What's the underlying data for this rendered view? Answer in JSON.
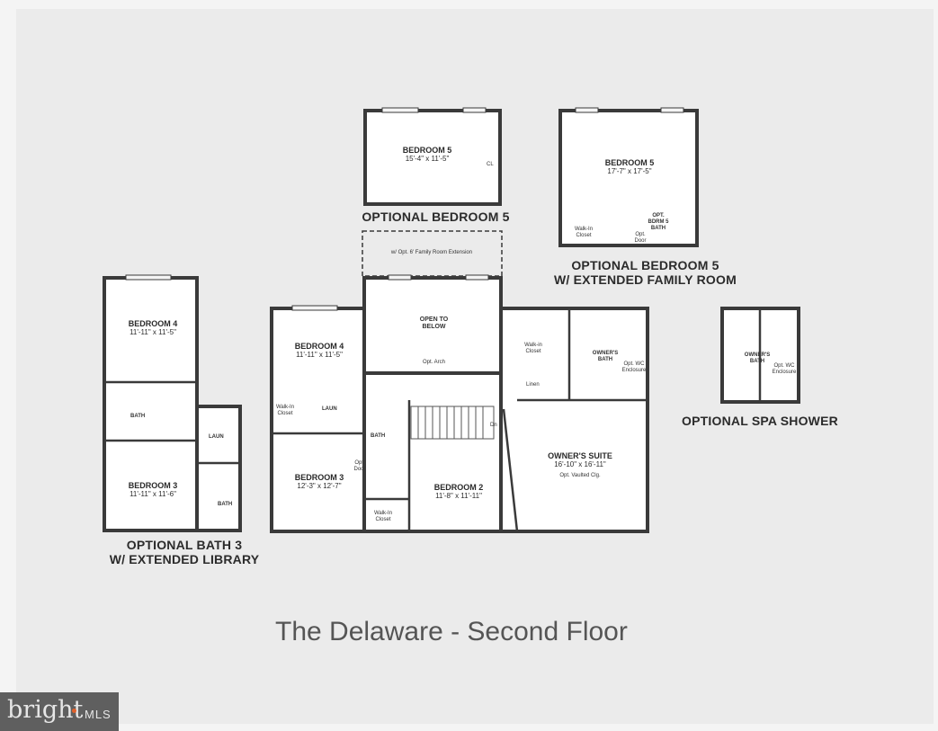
{
  "title": "The Delaware - Second Floor",
  "logo": {
    "brand": "bright",
    "suffix": "MLS"
  },
  "captions": {
    "optional_bedroom_5": "OPTIONAL BEDROOM 5",
    "optional_bedroom_5_ext_line1": "OPTIONAL BEDROOM 5",
    "optional_bedroom_5_ext_line2": "W/ EXTENDED FAMILY ROOM",
    "optional_bath_3_line1": "OPTIONAL BATH 3",
    "optional_bath_3_line2": "W/ EXTENDED LIBRARY",
    "optional_spa_shower": "OPTIONAL SPA SHOWER"
  },
  "rooms": {
    "opt_bedroom5": {
      "name": "BEDROOM 5",
      "dim": "15'-4\" x 11'-5\"",
      "closet": "CL"
    },
    "ext_bedroom5": {
      "name": "BEDROOM 5",
      "dim": "17'-7\" x 17'-5\"",
      "walkin": "Walk-In Closet",
      "opt_bath": "OPT. BDRM 5 BATH",
      "opt_door": "Opt. Door"
    },
    "family_ext": {
      "note": "w/ Opt. 6' Family Room Extension"
    },
    "open_below": {
      "name": "OPEN TO BELOW",
      "arch": "Opt. Arch"
    },
    "bedroom4": {
      "name": "BEDROOM 4",
      "dim": "11'-11\" x 11'-5\""
    },
    "bedroom3": {
      "name": "BEDROOM 3",
      "dim": "12'-3\" x 12'-7\""
    },
    "bedroom2": {
      "name": "BEDROOM 2",
      "dim": "11'-8\" x 11'-11\""
    },
    "owners_suite": {
      "name": "OWNER'S SUITE",
      "dim": "16'-10\" x 16'-11\"",
      "note": "Opt. Vaulted Clg."
    },
    "owners_bath": {
      "name": "OWNER'S BATH",
      "wc": "Opt. WC Enclosure"
    },
    "owners_walkin": "Walk-in Closet",
    "linen": "Linen",
    "walkin_b4": "Walk-In Closet",
    "walkin_b3": "Walk-In Closet",
    "laun": "LAUN",
    "bath": "BATH",
    "opt_door": "Opt. Door",
    "stairs": "Dn",
    "alt_bedroom4": {
      "name": "BEDROOM 4",
      "dim": "11'-11\" x 11'-5\""
    },
    "alt_bedroom3": {
      "name": "BEDROOM 3",
      "dim": "11'-11\" x 11'-6\""
    },
    "alt_bath": "BATH",
    "alt_laun": "LAUN",
    "alt_bath2": "BATH",
    "cl": "CL",
    "spa_bath": {
      "name": "OWNER'S BATH",
      "wc": "Opt. WC Enclosure"
    }
  }
}
